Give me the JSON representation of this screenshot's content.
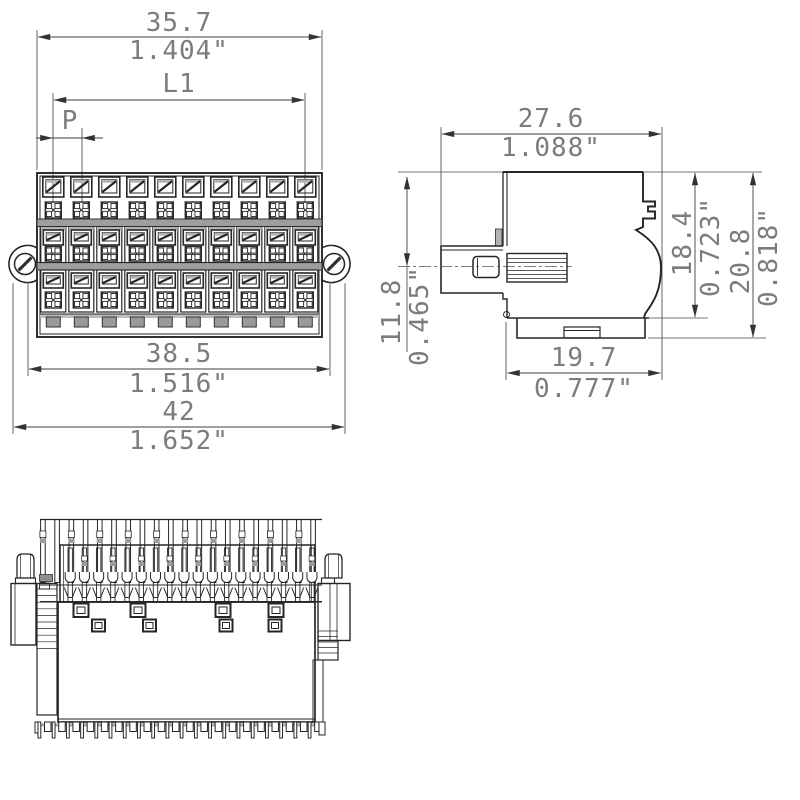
{
  "drawing_type": "connector-dimension-drawing",
  "connector": {
    "positions": 10
  },
  "front_view": {
    "width_top_mm": "35.7",
    "width_top_in": "1.404\"",
    "length_label": "L1",
    "pitch_label": "P",
    "flange_width_mm": "38.5",
    "flange_width_in": "1.516\"",
    "overall_width_mm": "42",
    "overall_width_in": "1.652\""
  },
  "side_view": {
    "depth_mm": "27.6",
    "depth_in": "1.088\"",
    "screw_axis_height_mm": "11.8",
    "screw_axis_height_in": "0.465\"",
    "body_height_mm": "18.4",
    "body_height_in": "0.723\"",
    "overall_height_mm": "20.8",
    "overall_height_in": "0.818\"",
    "base_depth_mm": "19.7",
    "base_depth_in": "0.777\""
  }
}
